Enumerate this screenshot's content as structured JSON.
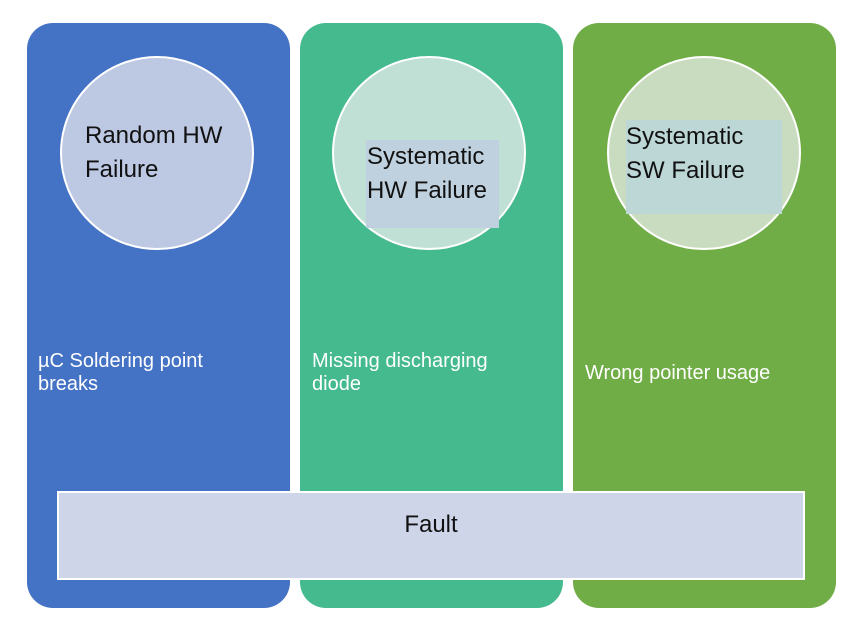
{
  "diagram": {
    "columns": [
      {
        "id": "random-hw",
        "title_lines": [
          "Random HW",
          "Failure"
        ],
        "example_lines": [
          "µC Soldering point",
          "breaks"
        ],
        "color": "#4472c4"
      },
      {
        "id": "systematic-hw",
        "title_lines": [
          "Systematic",
          "HW Failure"
        ],
        "example_lines": [
          "Missing discharging",
          "diode"
        ],
        "color": "#44ba8e"
      },
      {
        "id": "systematic-sw",
        "title_lines": [
          "Systematic",
          "SW Failure"
        ],
        "example_lines": [
          "Wrong pointer usage"
        ],
        "color": "#70ad47"
      }
    ],
    "base_label": "Fault",
    "base_color": "#cfd5e8"
  }
}
